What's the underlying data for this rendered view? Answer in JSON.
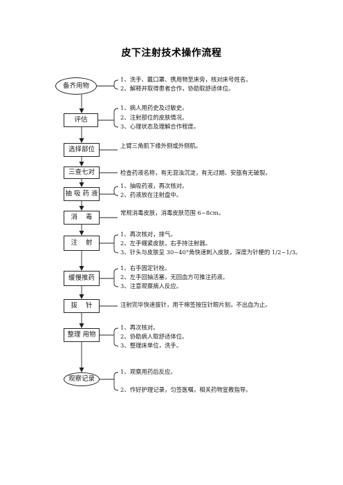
{
  "title": "皮下注射技术操作流程",
  "steps": [
    {
      "label": "备齐用物",
      "items": [
        "1、洗手、戴口罩、携用物至床旁，核对床号姓名。",
        "2、解释并取得患者合作，协助取舒适体位。"
      ]
    },
    {
      "label": "评估",
      "items": [
        "1、病人用药史及过敏史。",
        "2、注射部位的皮肤情况。",
        "3、心理状态及理解合作程度。"
      ]
    },
    {
      "label": "选择部位",
      "items": [
        "上臂三角肌下缘外侧或外侧肌。"
      ]
    },
    {
      "label": "三查七对",
      "items": [
        "检查药液名称，有无混浊沉淀，有无过期、安瓿有无破裂。"
      ]
    },
    {
      "label": "抽 吸 药 液",
      "items": [
        "1、抽吸药液，再次核对。",
        "2、药液放在注射盘中。"
      ]
    },
    {
      "label": "消    毒",
      "items": [
        "常规消毒皮肤，消毒皮肤范围 6~8cm。"
      ]
    },
    {
      "label": "注    射",
      "items": [
        "1、再次核对，排气。",
        "2、左手绷紧皮肤，右手持注射器。",
        "3、针头与皮肤呈 30~40°角快速刺入皮肤，深度为针梗的 1/2~1/3。"
      ]
    },
    {
      "label": "缓慢推药",
      "items": [
        "1、右手固定针栓。",
        "2、左手回抽活塞，无回血方可推注药液。",
        "3、注意观察病人反应。"
      ]
    },
    {
      "label": "拔    针",
      "items": [
        "注射完毕快速拔针，用干棉签按压针眼片刻，不出血为止。"
      ]
    },
    {
      "label": "整理 用物",
      "items": [
        "1、再次核对。",
        "2、协助病人取舒适体位。",
        "3、整理床单位，洗手。"
      ]
    },
    {
      "label": "观察记录",
      "items": [
        "1、观察用药后反应。",
        "2、作好护理记录，匀签医嘱，相关药物宣教指导。"
      ]
    }
  ]
}
